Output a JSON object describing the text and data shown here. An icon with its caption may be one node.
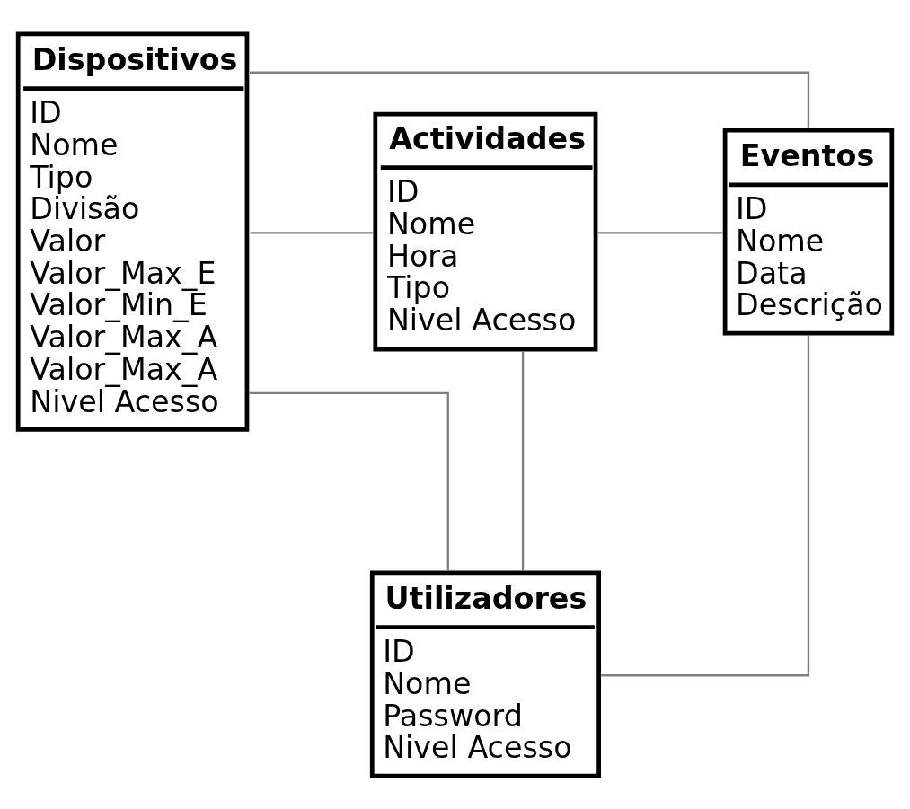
{
  "diagram": {
    "nodes": [
      {
        "text": [
          "Dispositivos",
          "ID",
          "Nome",
          "Tipo",
          "Divisão",
          "Valor",
          "Valor_Max_E",
          "Valor_Min_E",
          "Valor_Max_A",
          "Valor_Max_A",
          "Nivel Acesso"
        ]
      },
      {
        "text": [
          "Actividades",
          "ID",
          "Nome",
          "Hora",
          "Tipo",
          "Nivel Acesso"
        ]
      },
      {
        "text": [
          "Eventos",
          "ID",
          "Nome",
          "Data",
          "Descrição"
        ]
      },
      {
        "text": [
          "Utilizadores",
          "ID",
          "Nome",
          "Password",
          "Nivel Acesso"
        ]
      }
    ],
    "edges": [
      {
        "from": 0,
        "to": 2,
        "arrow": "none"
      },
      {
        "from": 0,
        "to": 1,
        "arrow": "none"
      },
      {
        "from": 1,
        "to": 2,
        "arrow": "none"
      },
      {
        "from": 0,
        "to": 3,
        "arrow": "none"
      },
      {
        "from": 2,
        "to": 3,
        "arrow": "none"
      },
      {
        "from": 1,
        "to": 3,
        "arrow": "none"
      }
    ]
  }
}
